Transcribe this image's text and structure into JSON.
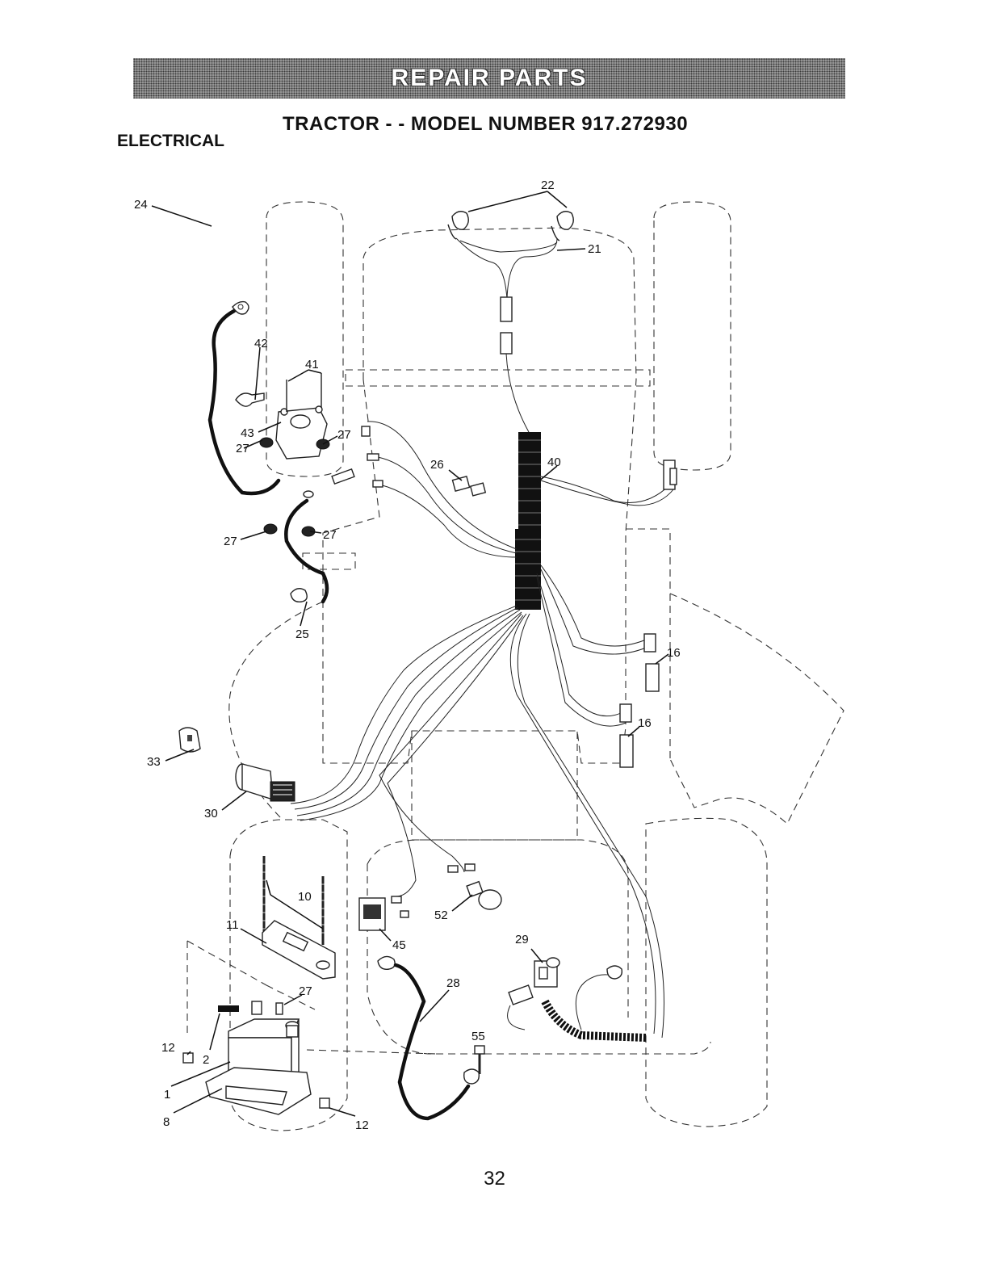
{
  "header": {
    "banner": "REPAIR PARTS",
    "model_title": "TRACTOR - - MODEL NUMBER 917.272930",
    "section": "ELECTRICAL"
  },
  "callouts": [
    {
      "id": "c22",
      "label": "22"
    },
    {
      "id": "c21",
      "label": "21"
    },
    {
      "id": "c24",
      "label": "24"
    },
    {
      "id": "c42",
      "label": "42"
    },
    {
      "id": "c41",
      "label": "41"
    },
    {
      "id": "c43",
      "label": "43"
    },
    {
      "id": "c27a",
      "label": "27"
    },
    {
      "id": "c27b",
      "label": "27"
    },
    {
      "id": "c27c",
      "label": "27"
    },
    {
      "id": "c27d",
      "label": "27"
    },
    {
      "id": "c26",
      "label": "26"
    },
    {
      "id": "c40",
      "label": "40"
    },
    {
      "id": "c25",
      "label": "25"
    },
    {
      "id": "c16a",
      "label": "16"
    },
    {
      "id": "c16b",
      "label": "16"
    },
    {
      "id": "c33",
      "label": "33"
    },
    {
      "id": "c30",
      "label": "30"
    },
    {
      "id": "c10",
      "label": "10"
    },
    {
      "id": "c11",
      "label": "11"
    },
    {
      "id": "c45",
      "label": "45"
    },
    {
      "id": "c52",
      "label": "52"
    },
    {
      "id": "c29",
      "label": "29"
    },
    {
      "id": "c28",
      "label": "28"
    },
    {
      "id": "c27e",
      "label": "27"
    },
    {
      "id": "c55",
      "label": "55"
    },
    {
      "id": "c12a",
      "label": "12"
    },
    {
      "id": "c2",
      "label": "2"
    },
    {
      "id": "c1",
      "label": "1"
    },
    {
      "id": "c8",
      "label": "8"
    },
    {
      "id": "c12b",
      "label": "12"
    }
  ],
  "footer": {
    "page_number": "32"
  }
}
